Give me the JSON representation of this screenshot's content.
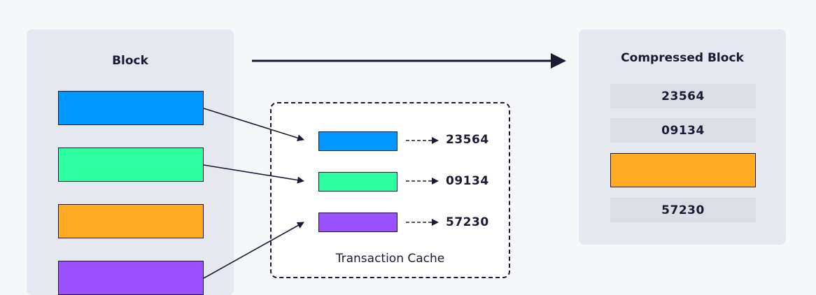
{
  "block": {
    "title": "Block"
  },
  "compressed": {
    "title": "Compressed Block"
  },
  "cache": {
    "label": "Transaction Cache"
  },
  "colors": {
    "blue": "#0097ff",
    "green": "#2effa0",
    "orange": "#ffaa20",
    "purple": "#9b50ff",
    "ink": "#1a1b33"
  },
  "cache_entries": [
    {
      "color": "blue",
      "hash": "23564"
    },
    {
      "color": "green",
      "hash": "09134"
    },
    {
      "color": "purple",
      "hash": "57230"
    }
  ],
  "compressed_items": [
    {
      "type": "hash",
      "value": "23564"
    },
    {
      "type": "hash",
      "value": "09134"
    },
    {
      "type": "tx",
      "color": "orange"
    },
    {
      "type": "hash",
      "value": "57230"
    }
  ]
}
